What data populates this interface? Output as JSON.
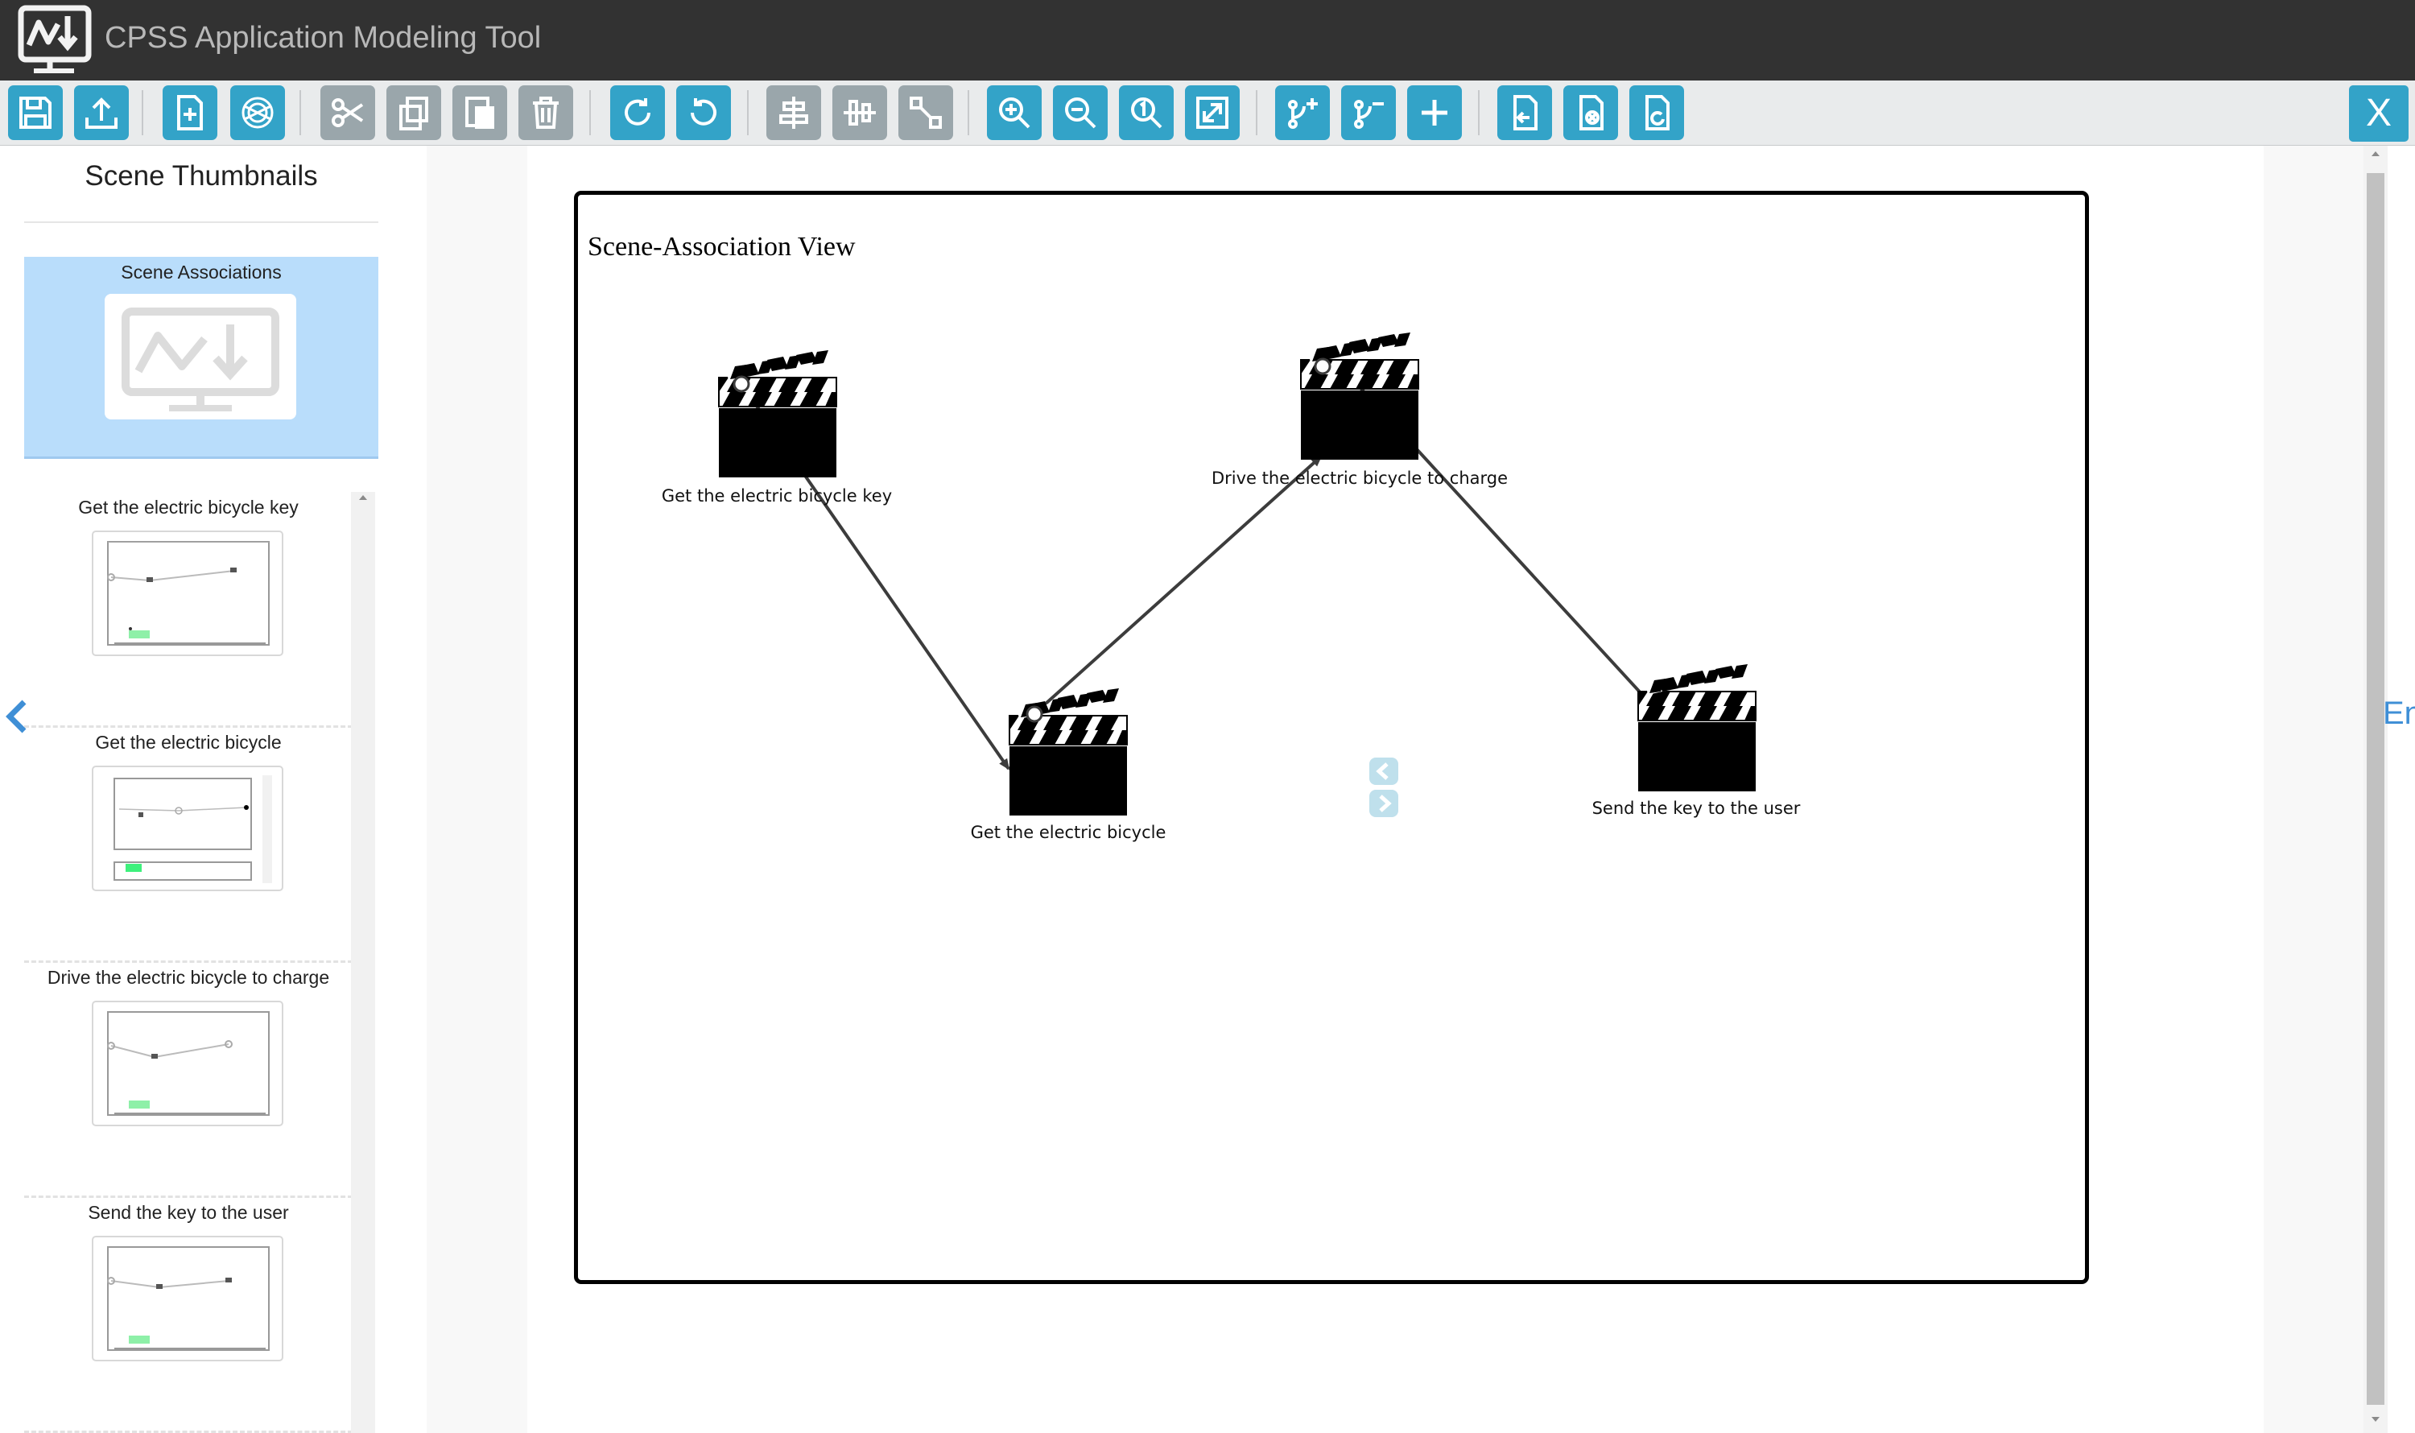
{
  "app": {
    "title": "CPSS Application Modeling Tool",
    "close_label": "X",
    "accent_color": "#33a3c8",
    "disabled_color": "#9aa6ab",
    "titlebar_color": "#323232"
  },
  "toolbar": {
    "buttons": [
      {
        "name": "save-button",
        "icon": "save-icon",
        "enabled": true
      },
      {
        "name": "upload-button",
        "icon": "upload-icon",
        "enabled": true
      },
      {
        "name": "add-scene-button",
        "icon": "new-page-icon",
        "enabled": true
      },
      {
        "name": "model-button",
        "icon": "globe-icon",
        "enabled": true
      },
      {
        "name": "cut-button",
        "icon": "scissors-icon",
        "enabled": false
      },
      {
        "name": "copy-button",
        "icon": "copy-icon",
        "enabled": false
      },
      {
        "name": "paste-button",
        "icon": "paste-icon",
        "enabled": false
      },
      {
        "name": "delete-button",
        "icon": "trash-icon",
        "enabled": false
      },
      {
        "name": "redo-button",
        "icon": "redo-icon",
        "enabled": true
      },
      {
        "name": "undo-button",
        "icon": "undo-icon",
        "enabled": true
      },
      {
        "name": "align-center-button",
        "icon": "align-center-icon",
        "enabled": false
      },
      {
        "name": "align-middle-button",
        "icon": "align-middle-icon",
        "enabled": false
      },
      {
        "name": "resize-button",
        "icon": "resize-icon",
        "enabled": false
      },
      {
        "name": "zoom-in-button",
        "icon": "zoom-in-icon",
        "enabled": true
      },
      {
        "name": "zoom-out-button",
        "icon": "zoom-out-icon",
        "enabled": true
      },
      {
        "name": "zoom-actual-button",
        "icon": "zoom-one-icon",
        "enabled": true
      },
      {
        "name": "fit-button",
        "icon": "fit-screen-icon",
        "enabled": true
      },
      {
        "name": "add-branch-button",
        "icon": "branch-plus-icon",
        "enabled": true
      },
      {
        "name": "remove-branch-button",
        "icon": "branch-minus-icon",
        "enabled": true
      },
      {
        "name": "add-button",
        "icon": "plus-icon",
        "enabled": true
      },
      {
        "name": "import-button",
        "icon": "file-import-icon",
        "enabled": true
      },
      {
        "name": "remove-file-button",
        "icon": "file-remove-icon",
        "enabled": true
      },
      {
        "name": "refresh-file-button",
        "icon": "file-refresh-icon",
        "enabled": true
      }
    ]
  },
  "left_panel": {
    "title": "Scene Thumbnails",
    "associations_label": "Scene Associations",
    "scenes": [
      {
        "label": "Get the electric bicycle key"
      },
      {
        "label": "Get the electric bicycle"
      },
      {
        "label": "Drive the electric bicycle to charge"
      },
      {
        "label": "Send the key to the user"
      }
    ]
  },
  "canvas": {
    "title": "Scene-Association View",
    "nodes": [
      {
        "id": "n1",
        "label": "Get the electric bicycle key"
      },
      {
        "id": "n2",
        "label": "Get the electric bicycle"
      },
      {
        "id": "n3",
        "label": "Drive the electric bicycle to charge"
      },
      {
        "id": "n4",
        "label": "Send the key to the user"
      }
    ],
    "edges": [
      {
        "from": "n1",
        "to": "n2"
      },
      {
        "from": "n2",
        "to": "n3"
      },
      {
        "from": "n3",
        "to": "n4"
      }
    ]
  },
  "right_stub_text": "En"
}
